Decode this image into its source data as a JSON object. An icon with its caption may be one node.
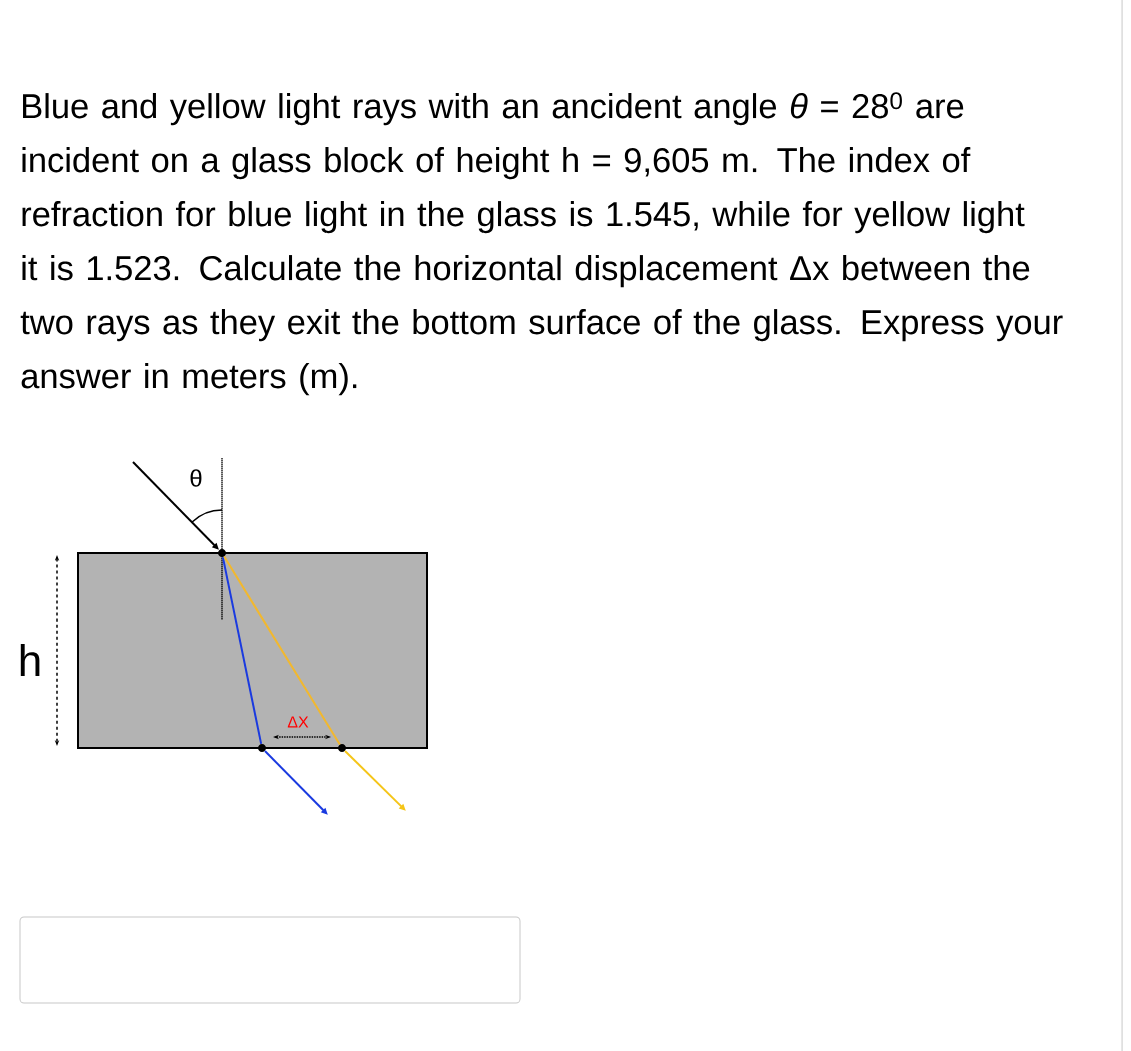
{
  "diagram": {
    "title": "Blue and yellow light rays with an ancident angle *θ* = 28$^{0}$ are incident on a glass block of height h = 9,605 m. The index of refraction for blue light in the glass is 1.545, while for yellow light it is 1.523. Calculate the horizontal displacement Δx between the two rays as they exit the bottom surface of the glass. Express your answer in meters (m).",
    "nodes": [
      {
        "text": [],
        "shape": "circle"
      },
      {
        "text": [],
        "shape": "circle"
      },
      {
        "text": [],
        "shape": "circle"
      }
    ],
    "edges": [
      {
        "from": null,
        "to": 0,
        "arrow": "to",
        "color": "#000000"
      },
      {
        "from": 0,
        "to": 1,
        "arrow": "none",
        "color": "#1a3ae0"
      },
      {
        "from": 0,
        "to": 2,
        "arrow": "none",
        "color": "#f2b82e"
      },
      {
        "from": 1,
        "to": null,
        "arrow": "to",
        "color": "#1a3ae0"
      },
      {
        "from": 2,
        "to": null,
        "arrow": "to",
        "color": "#f5c518"
      }
    ],
    "labels": [
      "θ",
      "h",
      "ΔX"
    ]
  }
}
